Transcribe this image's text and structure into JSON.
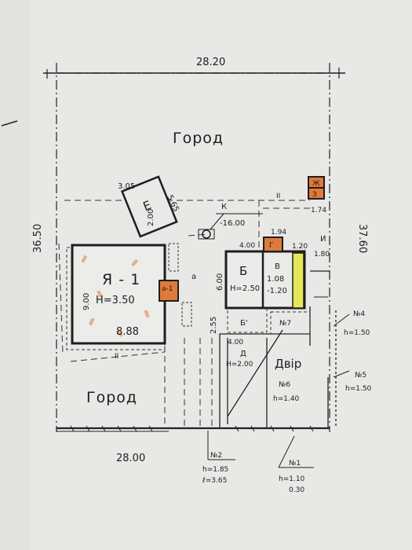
{
  "plan": {
    "dim_top": "28.20",
    "dim_bottom": "28.00",
    "dim_left": "36.50",
    "dim_right": "37.60",
    "garden_top": "Город",
    "garden_bottom": "Город",
    "yard": "Двір",
    "house": {
      "letter": "Я - 1",
      "height": "Н=3.50",
      "w": "8.88",
      "d": "9.00"
    },
    "porch": "а-1",
    "porch_a": "а",
    "building_e": {
      "letter": "Е",
      "value": "2.00",
      "d1": "3.05",
      "d2": "5.65"
    },
    "building_b": {
      "letter": "Б",
      "height": "Н=2.50",
      "d": "6.00"
    },
    "building_v": {
      "letter": "В",
      "v1": "1.08",
      "v2": "-1.20"
    },
    "building_b_prime": "Б'",
    "building_d": {
      "letter": "Д",
      "w": "4.00",
      "height": "Н=2.00"
    },
    "building_g": {
      "letter": "Г",
      "w": "4.00",
      "d": "1.94"
    },
    "building_i": {
      "letter": "И",
      "v": "1.80",
      "v2": "1.20"
    },
    "building_zh": "Ж",
    "building_z": "З",
    "zh_dim": "1.74",
    "well": {
      "letter": "К",
      "value": "-16.00"
    },
    "dim_255": "2.55",
    "fence_ii_1": "II",
    "fence_ii_2": "II",
    "no1": "№1",
    "no1_h": "h=1.10",
    "no1_h2": "0.30",
    "no2": "№2",
    "no2_h": "h=1.85",
    "no2_l": "ℓ=3.65",
    "no4": "№4",
    "no4_h": "h=1.50",
    "no5": "№5",
    "no5_h": "h=1.50",
    "no6": "№6",
    "no6_h": "h=1.40",
    "no7": "№7"
  },
  "colors": {
    "orange": "#e07a3a",
    "yellow": "#e6e65a",
    "ink": "#222222"
  }
}
